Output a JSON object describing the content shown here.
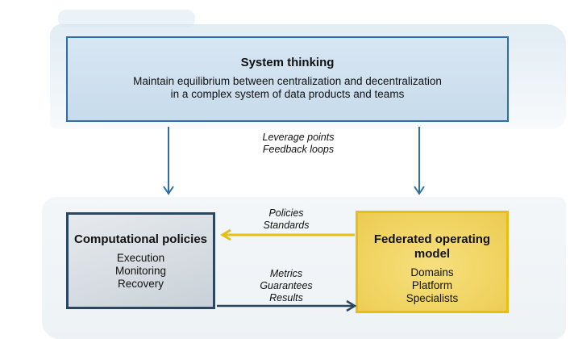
{
  "system_thinking": {
    "title": "System thinking",
    "line1": "Maintain equilibrium between centralization and decentralization",
    "line2": "in a complex system of data products and teams"
  },
  "leverage_labels": {
    "line1": "Leverage points",
    "line2": "Feedback loops"
  },
  "computational_policies": {
    "title": "Computational policies",
    "items": [
      "Execution",
      "Monitoring",
      "Recovery"
    ]
  },
  "federated_operating_model": {
    "title": "Federated operating model",
    "items": [
      "Domains",
      "Platform",
      "Specialists"
    ]
  },
  "policies_labels": {
    "line1": "Policies",
    "line2": "Standards"
  },
  "metrics_labels": {
    "line1": "Metrics",
    "line2": "Guarantees",
    "line3": "Results"
  },
  "colors": {
    "blue_arrow": "#2e6fa6",
    "gold_arrow": "#e6be14",
    "dark_arrow": "#2b4661"
  }
}
